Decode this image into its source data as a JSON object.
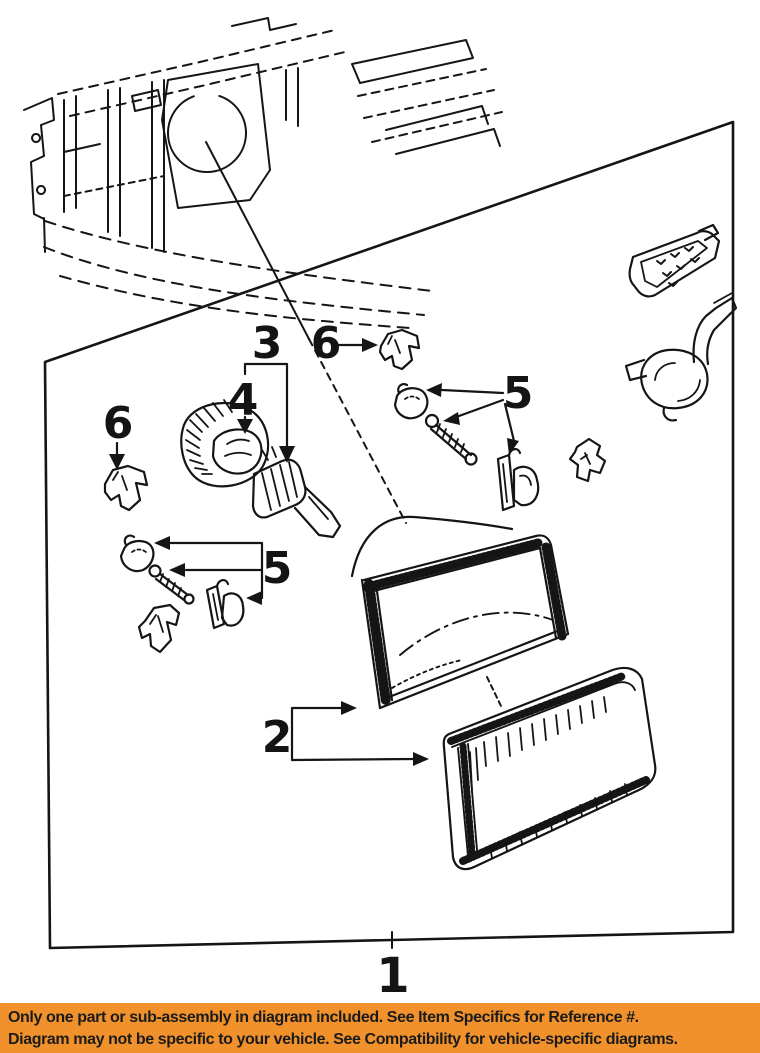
{
  "figure": {
    "type": "exploded-parts-diagram",
    "subject": "headlamp-assembly",
    "callouts": [
      {
        "label": "1",
        "target": "headlamp-assembly-boundary"
      },
      {
        "label": "2",
        "target": "housing-and-lens"
      },
      {
        "label": "3",
        "target": "bulb"
      },
      {
        "label": "4",
        "target": "bulb-retainer-cap"
      },
      {
        "label": "5",
        "target": "mounting-hardware-upper-set"
      },
      {
        "label": "5",
        "target": "mounting-hardware-lower-set"
      },
      {
        "label": "6",
        "target": "retaining-clip-upper"
      },
      {
        "label": "6",
        "target": "retaining-clip-lower"
      }
    ]
  },
  "banner": {
    "line1": "Only one part or sub-assembly in diagram included. See Item Specifics for Reference #.",
    "line2": "Diagram may not be specific to your vehicle. See Compatibility for vehicle-specific diagrams.",
    "background_color": "#F0912C",
    "text_color": "#1B1B1B"
  },
  "colors": {
    "line_color": "#151515",
    "background": "#FFFFFF"
  }
}
